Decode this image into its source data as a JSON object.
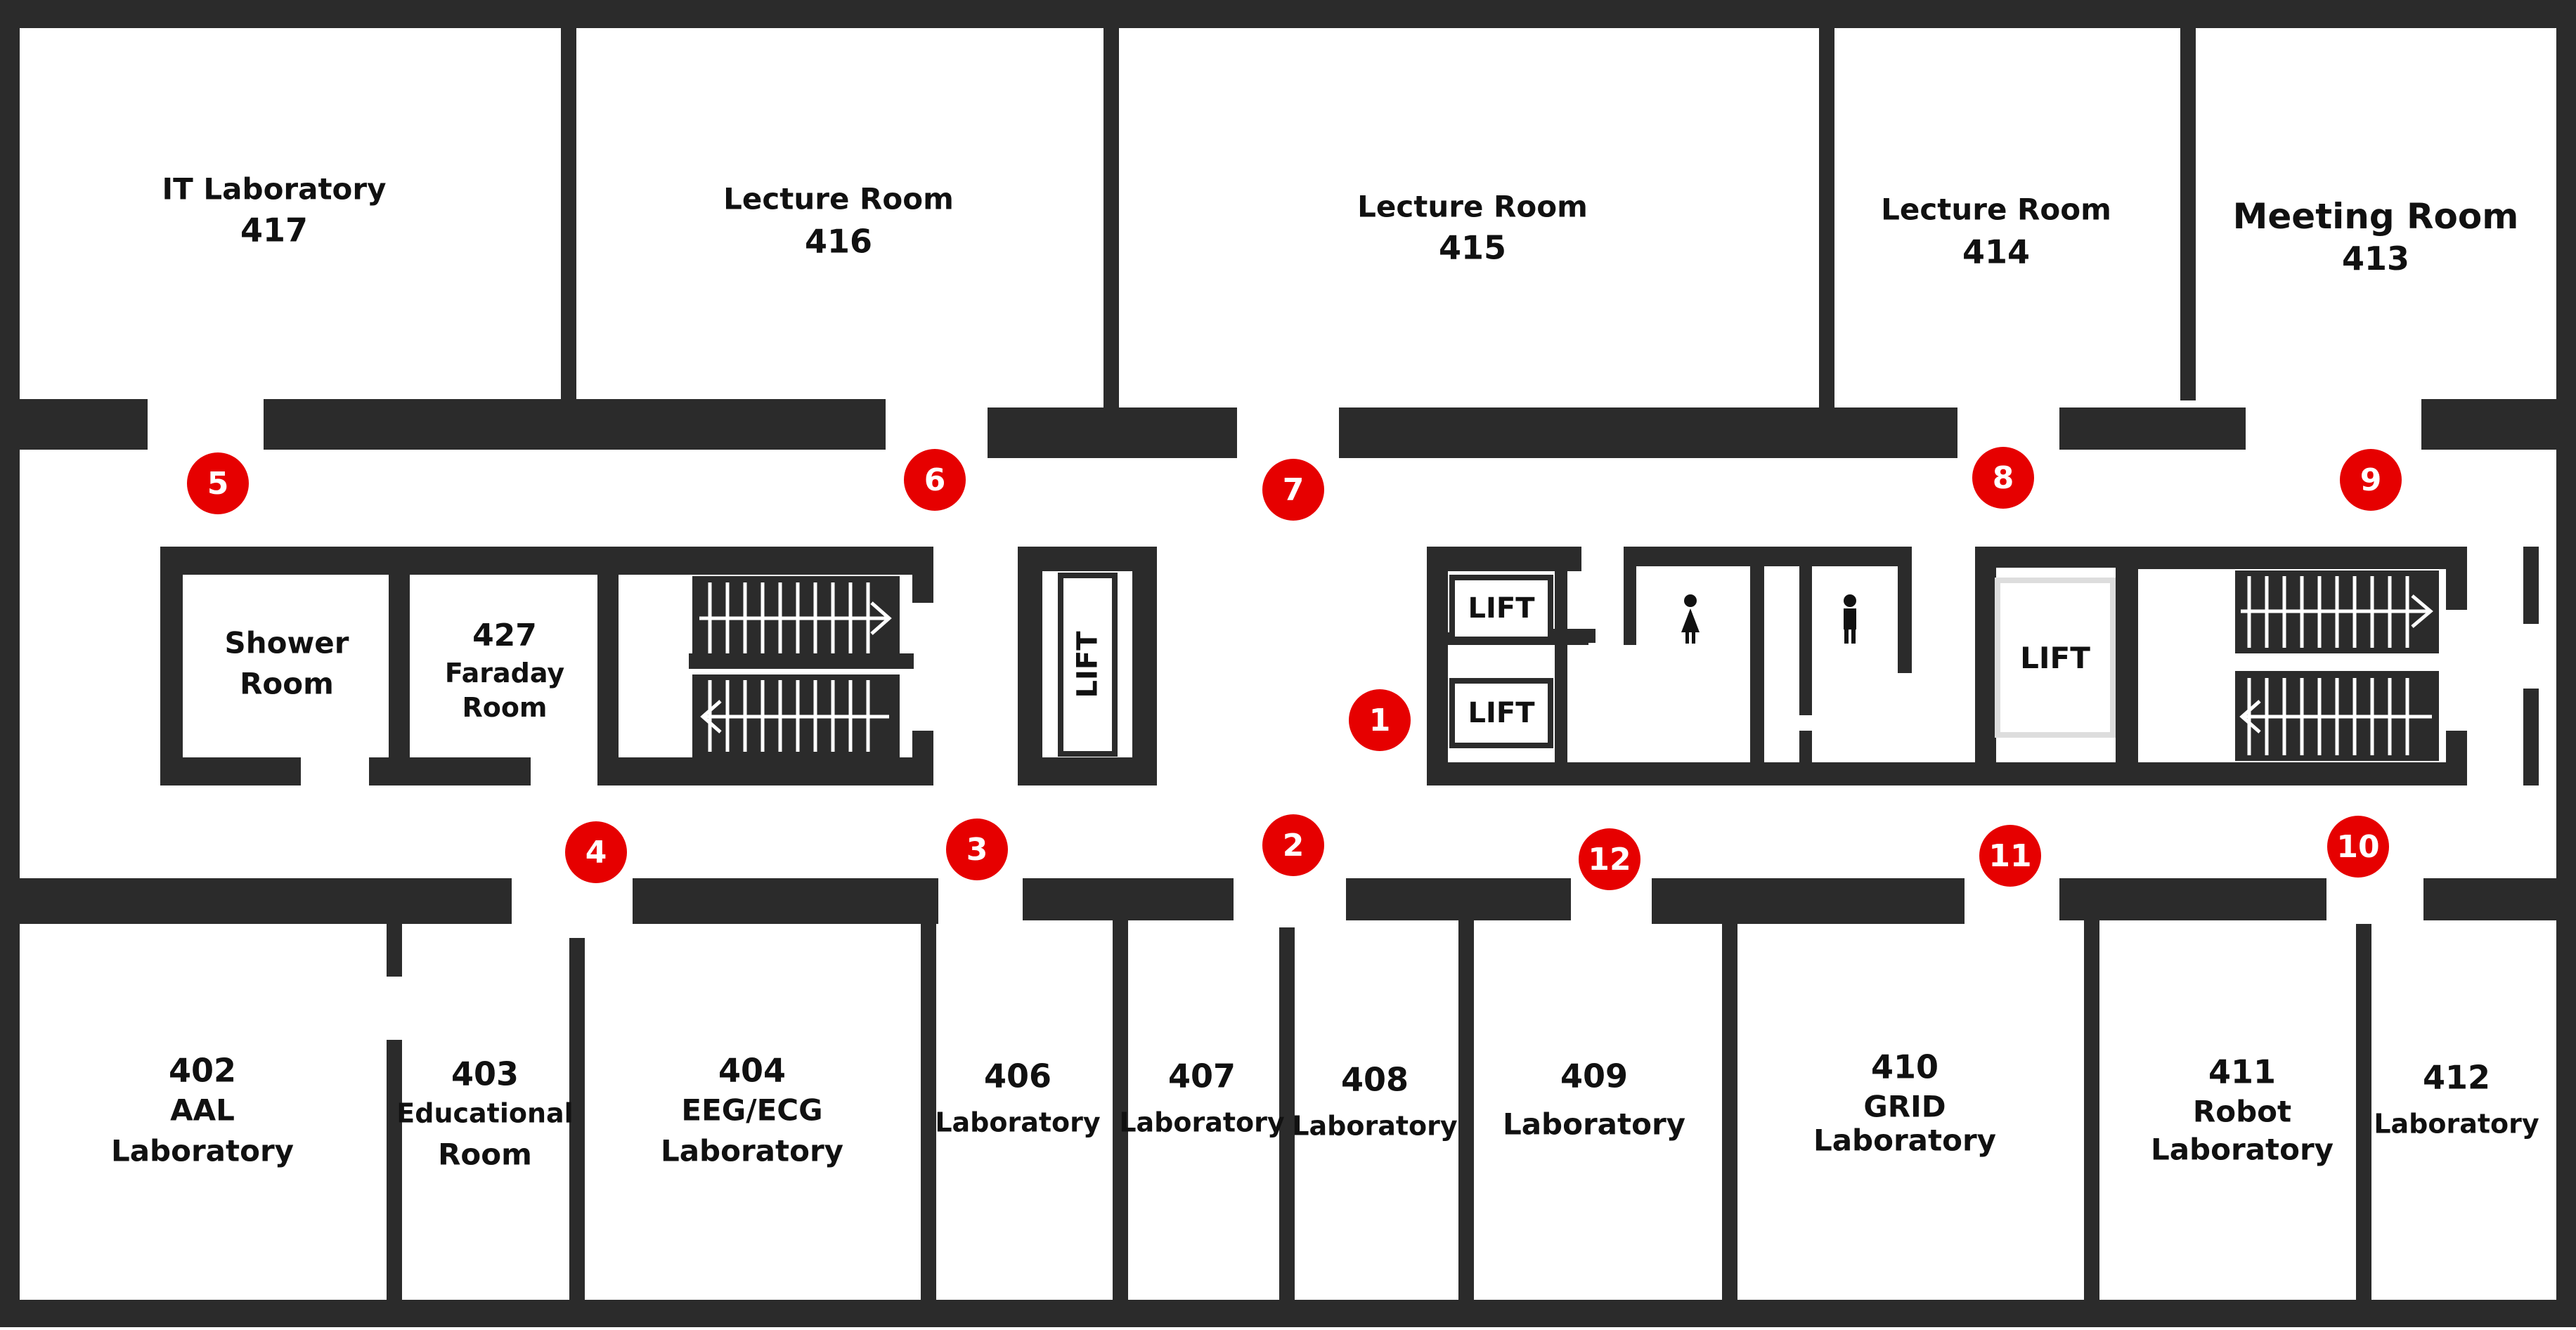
{
  "rooms_top": [
    {
      "id": "417",
      "name": "IT Laboratory"
    },
    {
      "id": "416",
      "name": "Lecture Room"
    },
    {
      "id": "415",
      "name": "Lecture Room"
    },
    {
      "id": "414",
      "name": "Lecture Room"
    },
    {
      "id": "413",
      "name": "Meeting Room"
    }
  ],
  "rooms_middle": {
    "shower": {
      "line1": "Shower",
      "line2": "Room"
    },
    "faraday": {
      "id": "427",
      "line1": "Faraday",
      "line2": "Room"
    }
  },
  "rooms_bottom": [
    {
      "id": "402",
      "line1": "AAL",
      "line2": "Laboratory"
    },
    {
      "id": "403",
      "line1": "Educational",
      "line2": "Room"
    },
    {
      "id": "404",
      "line1": "EEG/ECG",
      "line2": "Laboratory"
    },
    {
      "id": "406",
      "line1": "Laboratory",
      "line2": ""
    },
    {
      "id": "407",
      "line1": "Laboratory",
      "line2": ""
    },
    {
      "id": "408",
      "line1": "Laboratory",
      "line2": ""
    },
    {
      "id": "409",
      "line1": "Laboratory",
      "line2": ""
    },
    {
      "id": "410",
      "line1": "GRID",
      "line2": "Laboratory"
    },
    {
      "id": "411",
      "line1": "Robot",
      "line2": "Laboratory"
    },
    {
      "id": "412",
      "line1": "Laboratory",
      "line2": ""
    }
  ],
  "lifts": {
    "label": "LIFT"
  },
  "markers": [
    "1",
    "2",
    "3",
    "4",
    "5",
    "6",
    "7",
    "8",
    "9",
    "10",
    "11",
    "12"
  ],
  "colors": {
    "marker": "#e60000",
    "wall": "#2b2b2b",
    "background": "#ffffff"
  },
  "icons": [
    "stairs-icon",
    "female-restroom-icon",
    "male-restroom-icon"
  ]
}
